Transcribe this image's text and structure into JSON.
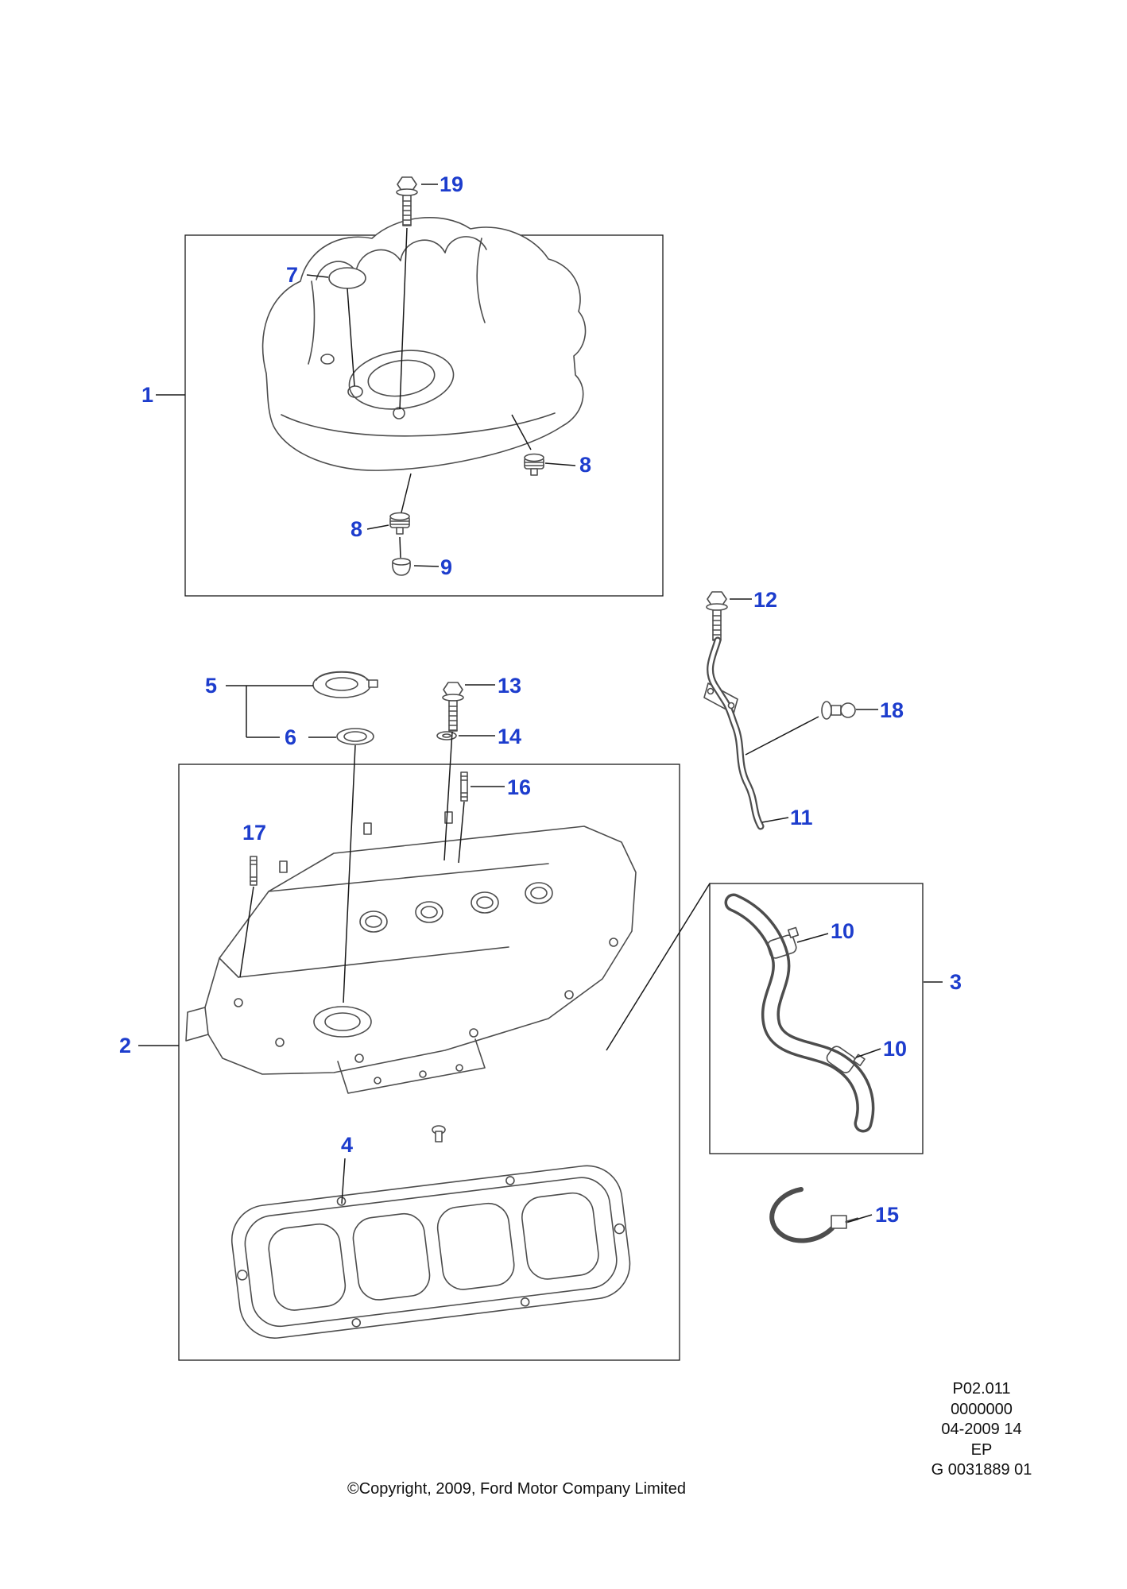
{
  "diagram": {
    "callouts": [
      {
        "label": "1"
      },
      {
        "label": "2"
      },
      {
        "label": "3"
      },
      {
        "label": "4"
      },
      {
        "label": "5"
      },
      {
        "label": "6"
      },
      {
        "label": "7"
      },
      {
        "label": "8"
      },
      {
        "label": "8"
      },
      {
        "label": "9"
      },
      {
        "label": "10"
      },
      {
        "label": "10"
      },
      {
        "label": "11"
      },
      {
        "label": "12"
      },
      {
        "label": "13"
      },
      {
        "label": "14"
      },
      {
        "label": "15"
      },
      {
        "label": "16"
      },
      {
        "label": "17"
      },
      {
        "label": "18"
      },
      {
        "label": "19"
      }
    ],
    "colors": {
      "callout_blue": "#1d3dcd",
      "line_black": "#1a1a1a",
      "part_gray": "#4d4d4d"
    },
    "footer": {
      "code_lines": [
        "P02.011",
        "0000000",
        "04-2009 14",
        "EP",
        "G 0031889 01"
      ],
      "copyright": "©Copyright, 2009, Ford Motor Company Limited"
    }
  }
}
